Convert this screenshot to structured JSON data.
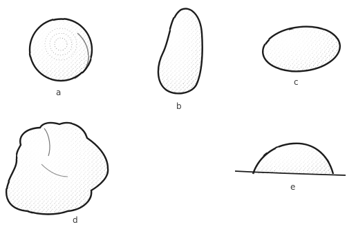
{
  "labels": {
    "a": "a",
    "b": "b",
    "c": "c",
    "d": "d",
    "e": "e"
  },
  "colors": {
    "outline": "#1a1a1a",
    "stipple": "#222222",
    "background": "#ffffff"
  }
}
